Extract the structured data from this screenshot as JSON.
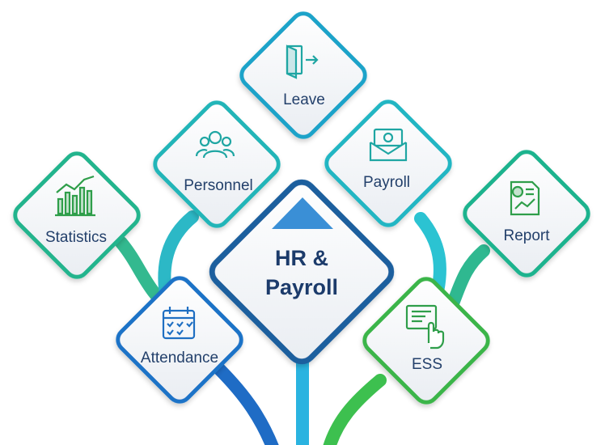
{
  "center": {
    "line1": "HR &",
    "line2": "Payroll"
  },
  "modules": [
    {
      "key": "leave",
      "label": "Leave",
      "icon": "door-exit-icon",
      "border": "#1fa3c9"
    },
    {
      "key": "personnel",
      "label": "Personnel",
      "icon": "people-group-icon",
      "border": "#23b5b8"
    },
    {
      "key": "payroll",
      "label": "Payroll",
      "icon": "money-envelope-icon",
      "border": "#20b6c3"
    },
    {
      "key": "statistics",
      "label": "Statistics",
      "icon": "bar-chart-icon",
      "border": "#22b48d"
    },
    {
      "key": "report",
      "label": "Report",
      "icon": "report-document-icon",
      "border": "#1fb38e"
    },
    {
      "key": "attendance",
      "label": "Attendance",
      "icon": "calendar-icon",
      "border": "#1f73c7"
    },
    {
      "key": "ess",
      "label": "ESS",
      "icon": "touch-screen-icon",
      "border": "#3bb54a"
    }
  ],
  "colors": {
    "center_border": "#1d5f9e",
    "accent_triangle": "#3a8fd6",
    "text": "#23406b",
    "icon_teal": "#1fa6a3",
    "icon_green": "#2f9e4a",
    "icon_blue": "#1f6fc2"
  }
}
